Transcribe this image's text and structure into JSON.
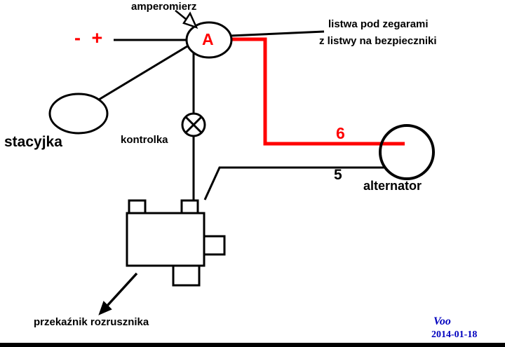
{
  "diagram": {
    "ammeter_caption": "amperomierz",
    "polarity": "- +",
    "ammeter_letter": "A",
    "wire_top_line1": "listwa pod zegarami",
    "wire_top_line2": "z listwy na bezpieczniki",
    "ignition_label": "stacyjka",
    "lamp_label": "kontrolka",
    "wire6_label": "6",
    "wire5_label": "5",
    "alternator_label": "alternator",
    "relay_label": "przekaźnik rozrusznika",
    "signature": "Voo",
    "date": "2014-01-18",
    "colors": {
      "wire_black": "#000000",
      "wire_red": "#ff0000",
      "signature_blue": "#0000bf",
      "background": "#ffffff"
    }
  }
}
